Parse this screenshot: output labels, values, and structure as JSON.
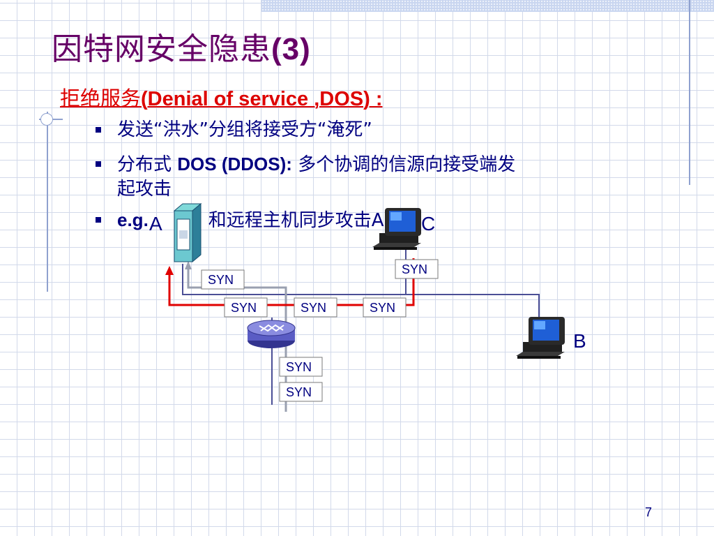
{
  "slide": {
    "title_zh": "因特网安全隐患",
    "title_num": "(3)",
    "subtitle_zh": "拒绝服务",
    "subtitle_en": "(Denial of service ,DOS) :",
    "bullets": [
      {
        "line1": "发送“洪水”分组将接受方“淹死”"
      },
      {
        "prefix": "分布式 ",
        "bold": "DOS (DDOS):",
        "rest": " 多个协调的信源向接受端发",
        "line2": "起攻击"
      },
      {
        "bold": "e.g.",
        "rest": "和远程主机同步攻击A"
      }
    ],
    "page_number": "7"
  },
  "diagram": {
    "hosts": {
      "a": "A",
      "b": "B",
      "c": "C"
    },
    "packets": {
      "top_gray": "SYN",
      "c_drop": "SYN",
      "mid_left": "SYN",
      "mid_center": "SYN",
      "mid_right": "SYN",
      "below_router_1": "SYN",
      "below_router_2": "SYN"
    },
    "colors": {
      "attack": "#e00000",
      "normal": "#4b4f96",
      "gray": "#9aa0b0",
      "text": "#000080",
      "title": "#660066"
    }
  }
}
